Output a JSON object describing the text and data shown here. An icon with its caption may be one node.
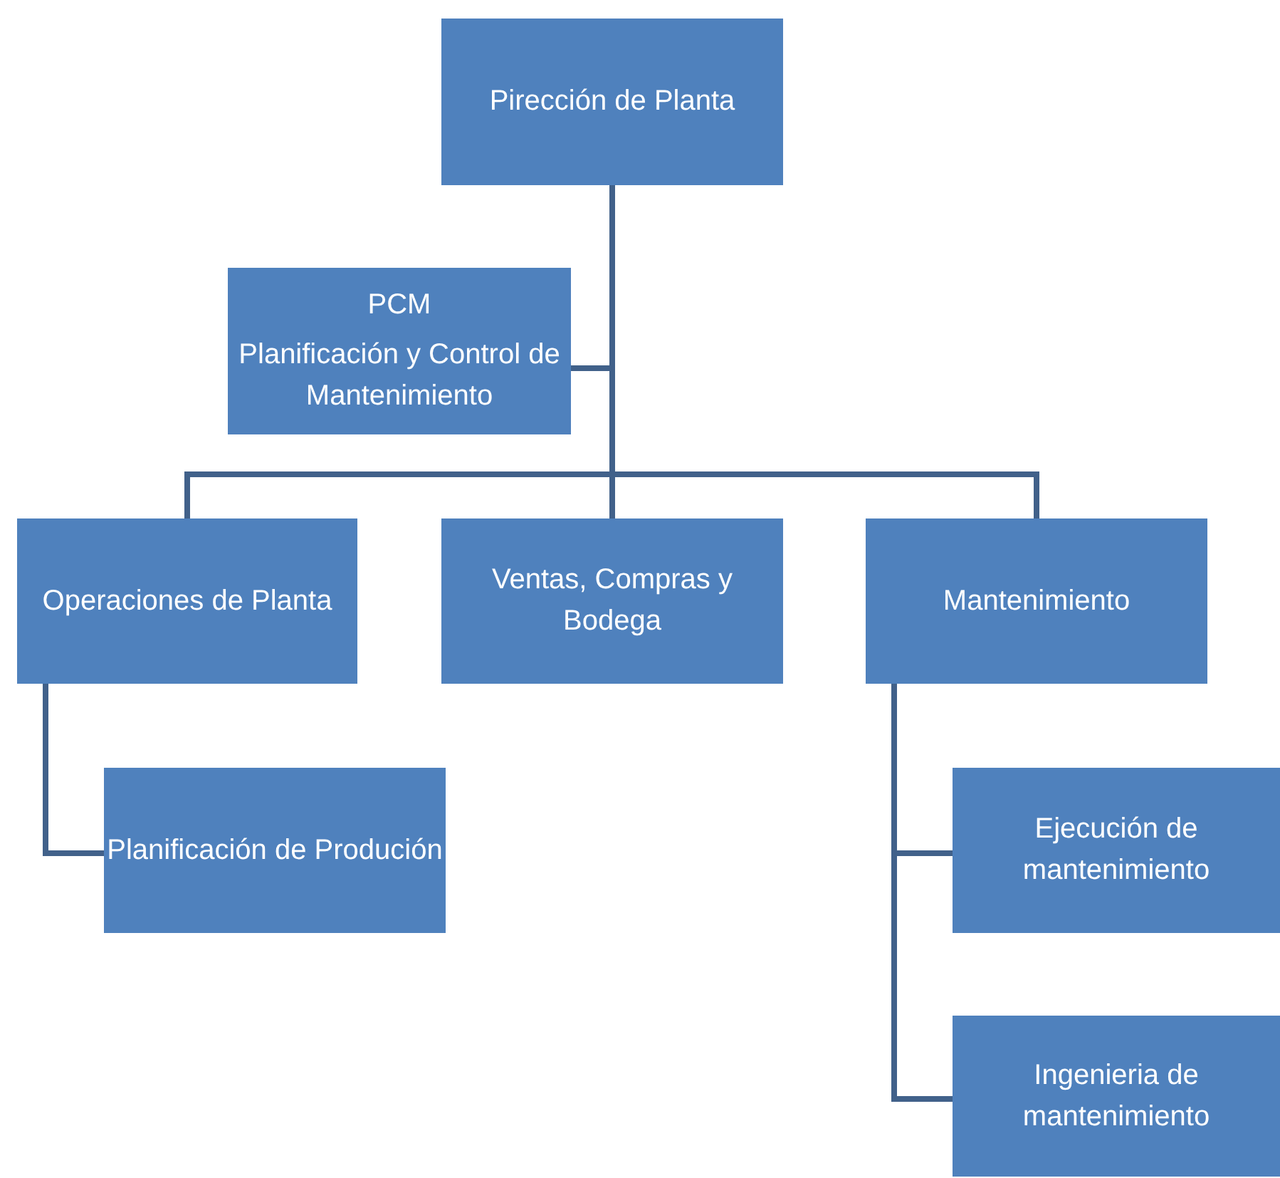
{
  "diagram": {
    "nodes": [
      {
        "text": [
          "Pirección de Planta"
        ]
      },
      {
        "text": [
          "PCM",
          "Planificación y Control de Mantenimiento"
        ]
      },
      {
        "text": [
          "Operaciones de Planta"
        ]
      },
      {
        "text": [
          "Ventas, Compras y Bodega"
        ]
      },
      {
        "text": [
          "Mantenimiento"
        ]
      },
      {
        "text": [
          "Planificación de Produción"
        ]
      },
      {
        "text": [
          "Ejecución de mantenimiento"
        ]
      },
      {
        "text": [
          "Ingenieria de mantenimiento"
        ]
      }
    ],
    "edges": [
      {
        "from": 0,
        "to": 1,
        "arrow": "none"
      },
      {
        "from": 0,
        "to": 2,
        "arrow": "none"
      },
      {
        "from": 0,
        "to": 3,
        "arrow": "none"
      },
      {
        "from": 0,
        "to": 4,
        "arrow": "none"
      },
      {
        "from": 2,
        "to": 5,
        "arrow": "none"
      },
      {
        "from": 4,
        "to": 6,
        "arrow": "none"
      },
      {
        "from": 4,
        "to": 7,
        "arrow": "none"
      }
    ]
  }
}
